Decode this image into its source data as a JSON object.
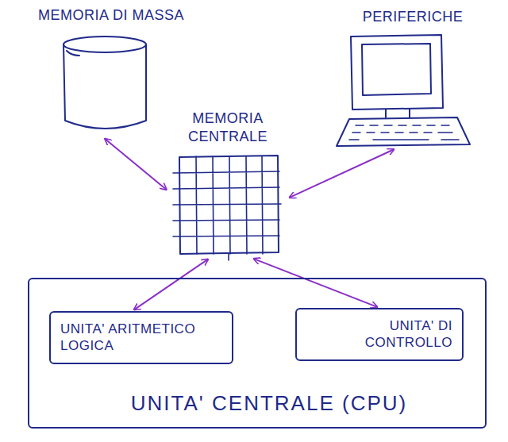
{
  "diagram": {
    "nodes": [
      {
        "text": [
          "MEMORIA DI MASSA"
        ]
      },
      {
        "text": [
          "PERIFERICHE"
        ]
      },
      {
        "text": [
          "MEMORIA CENTRALE"
        ]
      },
      {
        "text": [
          "UNITA' CENTRALE (CPU)"
        ]
      },
      {
        "text": [
          "UNITA' ARITMETICO LOGICA"
        ],
        "in": 3
      },
      {
        "text": [
          "UNITA' DI CONTROLLO"
        ],
        "in": 3
      }
    ],
    "edges": [
      {
        "from": 0,
        "to": 2,
        "arrow": "both"
      },
      {
        "from": 1,
        "to": 2,
        "arrow": "both"
      },
      {
        "from": 2,
        "to": 4,
        "arrow": "both"
      },
      {
        "from": 2,
        "to": 5,
        "arrow": "both"
      }
    ]
  }
}
